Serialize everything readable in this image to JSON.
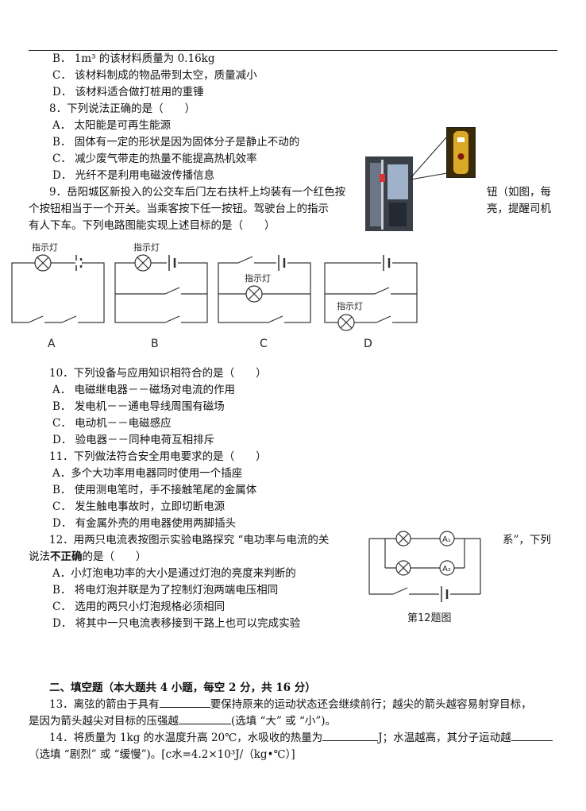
{
  "lines": {
    "q7b": "B． 1m³ 的该材料质量为 0.16kg",
    "q7c": "C． 该材料制成的物品带到太空，质量减小",
    "q7d": "D． 该材料适合做打桩用的重锤",
    "q8": "8．下列说法正确的是（　　）",
    "q8a": "A． 太阳能是可再生能源",
    "q8b": "B． 固体有一定的形状是因为固体分子是静止不动的",
    "q8c": "C． 减少废气带走的热量不能提高热机效率",
    "q8d": "D． 光纤不是利用电磁波传播信息",
    "q9_1a": "9．岳阳城区新投入的公交车后门左右扶杆上均装有一个红色按",
    "q9_1b": "钮（如图，每",
    "q9_2a": "个按钮相当于一个开关。当乘客按下任一按钮。驾驶台上的指示",
    "q9_2b": "亮，提醒司机",
    "q9_3": "有人下车。下列电路图能实现上述目标的是（　　）",
    "q10": "10．下列设备与应用知识相符合的是（　　）",
    "q10a": "A． 电磁继电器－－磁场对电流的作用",
    "q10b": "B． 发电机－－通电导线周围有磁场",
    "q10c": "C． 电动机－－电磁感应",
    "q10d": "D． 验电器－－同种电荷互相排斥",
    "q11": "11．下列做法符合安全用电要求的是（　　）",
    "q11a": "A．多个大功率用电器同时使用一个插座",
    "q11b": "B． 使用测电笔时，手不接触笔尾的金属体",
    "q11c": "C． 发生触电事故时，立即切断电源",
    "q11d": "D． 有金属外壳的用电器使用两脚插头",
    "q12_1a": "12．用两只电流表按图示实验电路探究 “电功率与电流的关",
    "q12_1b": "系”，下列",
    "q12_2a": "说法",
    "q12_2b": "不正确",
    "q12_2c": "的是（　　）",
    "q12a": "A．小灯泡电功率的大小是通过灯泡的亮度来判断的",
    "q12b": "B． 将电灯泡并联是为了控制灯泡两端电压相同",
    "q12c": "C． 选用的两只小灯泡规格必须相同",
    "q12d": "D． 将其中一只电流表移接到干路上也可以完成实验",
    "sec2": "二、填空题（本大题共 4 小题，每空 2 分，共 16 分）",
    "q13_1a": "13．离弦的箭由于具有",
    "q13_1b": "要保持原来的运动状态还会继续前行；越尖的箭头越容易射穿目标，",
    "q13_2a": "是因为箭头越尖对目标的压强越",
    "q13_2b": "(选填 “大” 或 “小”)。",
    "q14_1a": "14．将质量为 1kg 的水温度升高 20℃，水吸收的热量为",
    "q14_1b": "J；水温越高，其分子运动越",
    "q14_2": "（选填 “剧烈” 或 “缓慢”)。[c水=4.2×10³J/（kg•℃）]"
  },
  "circuit_q9": {
    "indicator": "指示灯",
    "labels": [
      "A",
      "B",
      "C",
      "D"
    ]
  },
  "circuit_q12": {
    "meter1": "A₁",
    "meter2": "A₂",
    "caption": "第12题图"
  }
}
